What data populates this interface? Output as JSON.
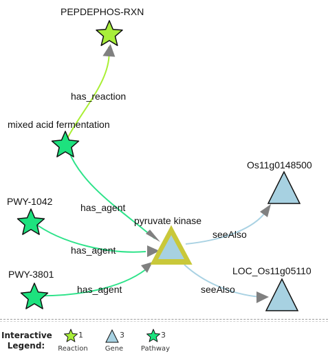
{
  "graph": {
    "nodes": {
      "pepdephos": {
        "label": "PEPDEPHOS-RXN",
        "type": "Reaction"
      },
      "mixed_acid": {
        "label": "mixed acid fermentation",
        "type": "Pathway"
      },
      "pwy1042": {
        "label": "PWY-1042",
        "type": "Pathway"
      },
      "pwy3801": {
        "label": "PWY-3801",
        "type": "Pathway"
      },
      "pyruvate_kinase": {
        "label": "pyruvate kinase",
        "type": "Gene"
      },
      "os11g": {
        "label": "Os11g0148500",
        "type": "Gene"
      },
      "loc_os11g": {
        "label": "LOC_Os11g05110",
        "type": "Gene"
      }
    },
    "edges": {
      "e1": {
        "label": "has_reaction",
        "from": "mixed acid fermentation",
        "to": "PEPDEPHOS-RXN"
      },
      "e2": {
        "label": "has_agent",
        "from": "mixed acid fermentation",
        "to": "pyruvate kinase"
      },
      "e3": {
        "label": "has_agent",
        "from": "PWY-1042",
        "to": "pyruvate kinase"
      },
      "e4": {
        "label": "has_agent",
        "from": "PWY-3801",
        "to": "pyruvate kinase"
      },
      "e5": {
        "label": "seeAlso",
        "from": "pyruvate kinase",
        "to": "Os11g0148500"
      },
      "e6": {
        "label": "seeAlso",
        "from": "pyruvate kinase",
        "to": "LOC_Os11g05110"
      }
    }
  },
  "colors": {
    "reaction_fill": "#a8ee3a",
    "pathway_fill": "#1de27e",
    "gene_fill": "#a7d1e1",
    "selected_outline": "#c9c83a",
    "agent_edge": "#2ee38a",
    "reaction_edge": "#a9ef34",
    "seealso_edge": "#a9d2e3",
    "arrow": "#808080"
  },
  "legend": {
    "title": "Interactive Legend:",
    "items": [
      {
        "label": "Reaction",
        "count": "1",
        "icon": "star-icon"
      },
      {
        "label": "Gene",
        "count": "3",
        "icon": "triangle-icon"
      },
      {
        "label": "Pathway",
        "count": "3",
        "icon": "star-icon"
      }
    ]
  }
}
